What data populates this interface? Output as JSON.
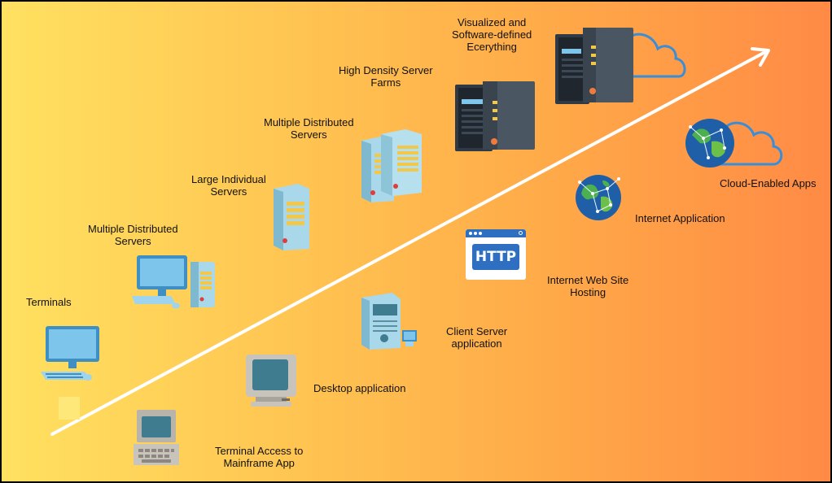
{
  "infrastructure": [
    {
      "id": "terminals",
      "lines": [
        "Terminals"
      ]
    },
    {
      "id": "multi-dist-1",
      "lines": [
        "Multiple Distributed",
        "Servers"
      ]
    },
    {
      "id": "large-individual",
      "lines": [
        "Large Individual",
        "Servers"
      ]
    },
    {
      "id": "multi-dist-2",
      "lines": [
        "Multiple Distributed",
        "Servers"
      ]
    },
    {
      "id": "high-density",
      "lines": [
        "High Density Server",
        "Farms"
      ]
    },
    {
      "id": "visualized",
      "lines": [
        "Visualized and",
        "Software-defined",
        "Ecerything"
      ]
    }
  ],
  "applications": [
    {
      "id": "terminal-access",
      "lines": [
        "Terminal Access to",
        "Mainframe App"
      ]
    },
    {
      "id": "desktop",
      "lines": [
        "Desktop application"
      ]
    },
    {
      "id": "client-server",
      "lines": [
        "Client Server",
        "application"
      ]
    },
    {
      "id": "web-hosting",
      "lines": [
        "Internet Web Site",
        "Hosting"
      ]
    },
    {
      "id": "internet-app",
      "lines": [
        "Internet Application"
      ]
    },
    {
      "id": "cloud-apps",
      "lines": [
        "Cloud-Enabled Apps"
      ]
    }
  ],
  "http_badge": "HTTP",
  "colors": {
    "arrow": "#ffffff",
    "server_light": "#a8d8ea",
    "server_dark": "#2f3a45",
    "cloud": "#3a8ed6",
    "globe_sea": "#1f5fa8",
    "globe_land": "#4caf50"
  },
  "icons": [
    "terminal-icon",
    "desktop-server-icon",
    "tower-server-icon",
    "dual-server-icon",
    "server-farm-icon",
    "cloud-server-icon",
    "mainframe-terminal-icon",
    "crt-monitor-icon",
    "client-server-icon",
    "http-browser-icon",
    "globe-network-icon",
    "cloud-globe-icon"
  ]
}
